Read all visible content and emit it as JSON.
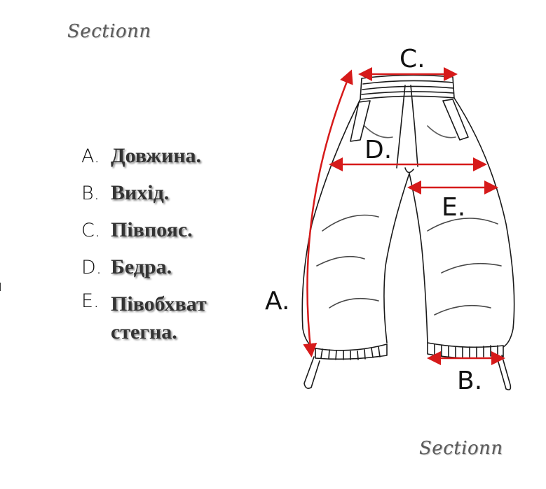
{
  "brand": {
    "logo_top": "Sectionn",
    "logo_bottom": "Sectionn"
  },
  "legend": [
    {
      "letter": "A.",
      "text": "Довжина."
    },
    {
      "letter": "B.",
      "text": "Вихід."
    },
    {
      "letter": "C.",
      "text": "Півпояс."
    },
    {
      "letter": "D.",
      "text": "Бедра."
    },
    {
      "letter": "E.",
      "text": "Півобхват стегна."
    }
  ],
  "dimensions": {
    "A": "A.",
    "B": "B.",
    "C": "C.",
    "D": "D.",
    "E": "E."
  },
  "colors": {
    "arrow": "#d61a1a",
    "outline": "#1a1a1a",
    "logo": "#5a5a5a"
  }
}
